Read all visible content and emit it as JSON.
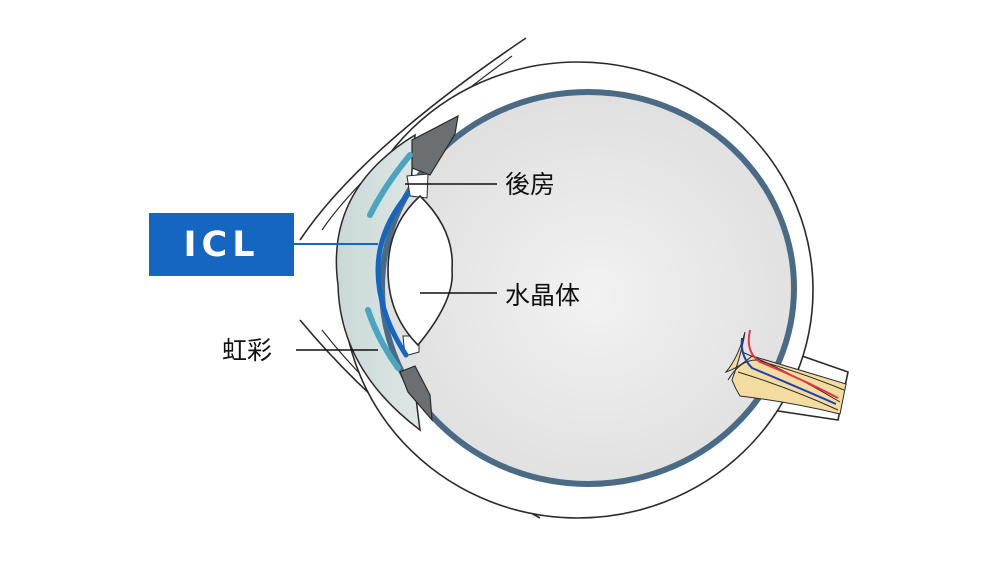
{
  "labels": {
    "icl": "ICL",
    "posterior_chamber": "後房",
    "crystalline_lens": "水晶体",
    "iris": "虹彩"
  },
  "colors": {
    "icl_blue": "#1566c0",
    "iris_teal": "#4aa5bf",
    "globe_outline": "#4a6a85",
    "ciliary_gray": "#6b6f72",
    "nerve_yellow": "#f3dca0",
    "nerve_red": "#e8344a",
    "nerve_blue": "#1e3fb0"
  }
}
